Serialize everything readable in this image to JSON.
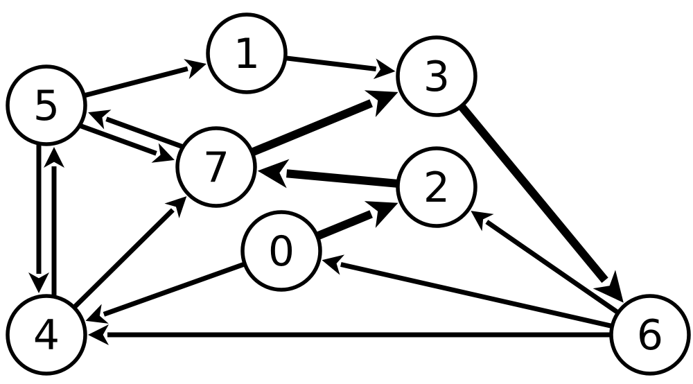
{
  "graph": {
    "directed": true,
    "nodes": [
      {
        "id": "0",
        "label": "0"
      },
      {
        "id": "1",
        "label": "1"
      },
      {
        "id": "2",
        "label": "2"
      },
      {
        "id": "3",
        "label": "3"
      },
      {
        "id": "4",
        "label": "4"
      },
      {
        "id": "5",
        "label": "5"
      },
      {
        "id": "6",
        "label": "6"
      },
      {
        "id": "7",
        "label": "7"
      }
    ],
    "edges": [
      {
        "from": "5",
        "to": "1",
        "weight": "thin"
      },
      {
        "from": "1",
        "to": "3",
        "weight": "thin"
      },
      {
        "from": "7",
        "to": "5",
        "weight": "thin"
      },
      {
        "from": "5",
        "to": "7",
        "weight": "thin"
      },
      {
        "from": "7",
        "to": "3",
        "weight": "thick"
      },
      {
        "from": "2",
        "to": "7",
        "weight": "thick"
      },
      {
        "from": "3",
        "to": "6",
        "weight": "thick"
      },
      {
        "from": "5",
        "to": "4",
        "weight": "thin"
      },
      {
        "from": "4",
        "to": "5",
        "weight": "thin"
      },
      {
        "from": "4",
        "to": "7",
        "weight": "thin"
      },
      {
        "from": "0",
        "to": "2",
        "weight": "thick"
      },
      {
        "from": "0",
        "to": "4",
        "weight": "thin"
      },
      {
        "from": "6",
        "to": "2",
        "weight": "thin"
      },
      {
        "from": "6",
        "to": "0",
        "weight": "thin"
      },
      {
        "from": "6",
        "to": "4",
        "weight": "thin"
      }
    ]
  }
}
